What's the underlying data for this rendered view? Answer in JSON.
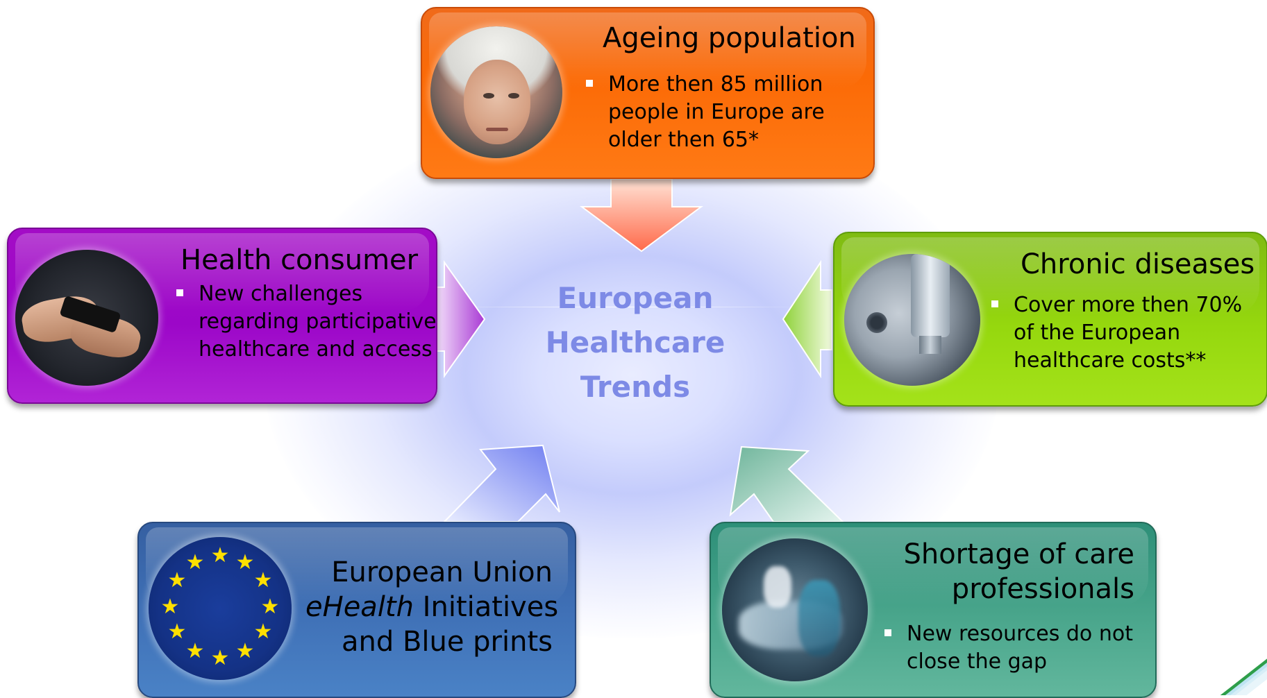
{
  "center": {
    "lines": [
      "European",
      "Healthcare",
      "Trends"
    ],
    "color": "#7d8ae6"
  },
  "ageing": {
    "title": "Ageing population",
    "bullet_lines": [
      "More then 85 million",
      "people in Europe are",
      "older then 65*"
    ],
    "color": "#fb6a06"
  },
  "consumer": {
    "title": "Health consumer",
    "bullet_lines": [
      "New challenges",
      "regarding participative",
      "healthcare and access"
    ],
    "color": "#9c07c8"
  },
  "chronic": {
    "title": "Chronic diseases",
    "bullet_lines": [
      "Cover more then 70%",
      "of the European",
      "healthcare costs**"
    ],
    "color": "#96d80e"
  },
  "eu": {
    "line1": "European Union",
    "line2_italic": "eHealth",
    "line2_rest": " Initiatives",
    "line3": "and Blue prints",
    "color": "#3f70b6"
  },
  "shortage": {
    "title_line1": "Shortage of  care",
    "title_line2": "professionals",
    "bullet_lines": [
      "New resources do not",
      "close the gap"
    ],
    "color": "#4aa68c"
  },
  "icons": {
    "ageing": "elderly-woman-photo",
    "consumer": "hands-smartphone-photo",
    "chronic": "lab-microscope-photo",
    "eu": "eu-flag-icon",
    "shortage": "hospital-corridor-photo"
  }
}
